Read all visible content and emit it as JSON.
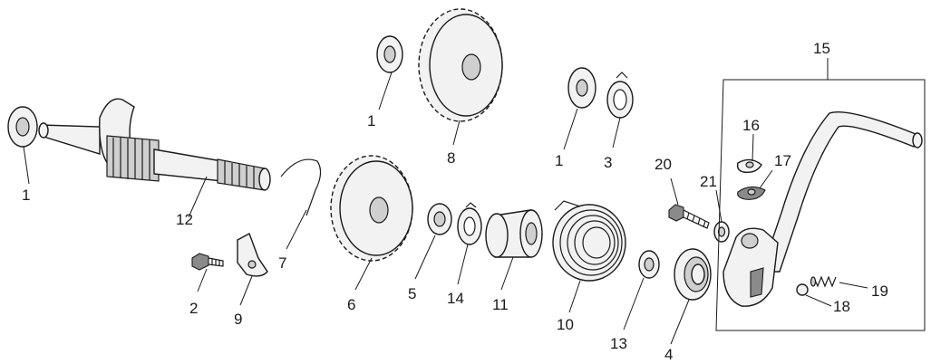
{
  "labels": [
    {
      "key": "1a",
      "text": "1"
    },
    {
      "key": "1b",
      "text": "1"
    },
    {
      "key": "1c",
      "text": "1"
    },
    {
      "key": "2",
      "text": "2"
    },
    {
      "key": "3",
      "text": "3"
    },
    {
      "key": "4",
      "text": "4"
    },
    {
      "key": "5",
      "text": "5"
    },
    {
      "key": "6",
      "text": "6"
    },
    {
      "key": "7",
      "text": "7"
    },
    {
      "key": "8",
      "text": "8"
    },
    {
      "key": "9",
      "text": "9"
    },
    {
      "key": "10",
      "text": "10"
    },
    {
      "key": "11",
      "text": "11"
    },
    {
      "key": "12",
      "text": "12"
    },
    {
      "key": "13",
      "text": "13"
    },
    {
      "key": "14",
      "text": "14"
    },
    {
      "key": "15",
      "text": "15"
    },
    {
      "key": "16",
      "text": "16"
    },
    {
      "key": "17",
      "text": "17"
    },
    {
      "key": "18",
      "text": "18"
    },
    {
      "key": "19",
      "text": "19"
    },
    {
      "key": "20",
      "text": "20"
    },
    {
      "key": "21",
      "text": "21"
    }
  ]
}
